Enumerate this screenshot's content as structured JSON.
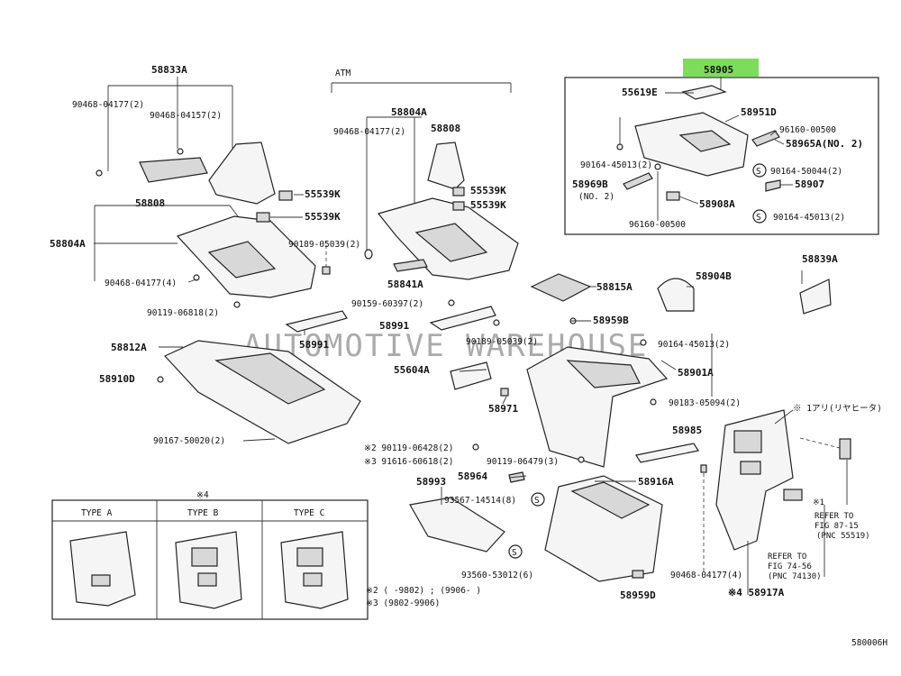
{
  "labels": {
    "p58833A": "58833A",
    "p90468_04177_a": "90468-04177(2)",
    "p90468_04157": "90468-04157(2)",
    "p58808_a": "58808",
    "p55539K_a": "55539K",
    "p55539K_b": "55539K",
    "p58804A_a": "58804A",
    "p90189_05039_a": "90189-05039(2)",
    "p90468_04177_b": "90468-04177(4)",
    "p90119_06818": "90119-06818(2)",
    "p58991_a": "58991",
    "p58812A": "58812A",
    "p58910D": "58910D",
    "p90167_50020": "90167-50020(2)",
    "atm": "ATM",
    "p58804A_b": "58804A",
    "p90468_04177_c": "90468-04177(2)",
    "p58808_b": "58808",
    "p55539K_c": "55539K",
    "p55539K_d": "55539K",
    "p58841A": "58841A",
    "p90159_60397": "90159-60397(2)",
    "p58991_b": "58991",
    "p90189_05039_b": "90189-05039(2)",
    "p58815A": "58815A",
    "p58959B": "58959B",
    "p55604A": "55604A",
    "p58971": "58971",
    "p58904B": "58904B",
    "p90164_45013_a": "90164-45013(2)",
    "p58901A": "58901A",
    "p90183_05094": "90183-05094(2)",
    "p58985": "58985",
    "p58839A": "58839A",
    "note_1ari": "※ 1アリ(リヤヒータ)",
    "p58905": "58905",
    "p55619E": "55619E",
    "p58951D": "58951D",
    "p96160_00500_a": "96160-00500",
    "p58965A": "58965A(NO. 2)",
    "p90164_45013_b": "90164-45013(2)",
    "p58969B": "58969B",
    "p58969B_no": "(NO. 2)",
    "p90164_50044": "90164-50044(2)",
    "p58907": "58907",
    "p58908A": "58908A",
    "p96160_00500_b": "96160-00500",
    "p90164_45013_c": "90164-45013(2)",
    "n2_90119_06428": "※2 90119-06428(2)",
    "n3_91616_60618": "※3 91616-60618(2)",
    "p90119_06479": "90119-06479(3)",
    "p58964": "58964",
    "p58916A": "58916A",
    "p58993": "58993",
    "p93567_14514": "93567-14514(8)",
    "p93560_53012": "93560-53012(6)",
    "p58959D": "58959D",
    "p90468_04177_d": "90468-04177(4)",
    "p58917A": "※4 58917A",
    "ref1_a": "REFER TO",
    "ref1_b": "FIG 87-15",
    "ref1_c": "(PNC 55519)",
    "ref1_star": "※1",
    "ref2_a": "REFER TO",
    "ref2_b": "FIG 74-56",
    "ref2_c": "(PNC 74130)",
    "n4": "※4",
    "typeA": "TYPE A",
    "typeB": "TYPE B",
    "typeC": "TYPE C",
    "foot2": "※2 (     -9802) ; (9906-      )",
    "foot3": "※3 (9802-9906)",
    "fig_id": "580006H",
    "watermark": "AUTOMOTIVE WAREHOUSE"
  },
  "colors": {
    "highlight": "#7ddc5a",
    "line": "#333333",
    "part_fill": "#f5f5f5"
  }
}
